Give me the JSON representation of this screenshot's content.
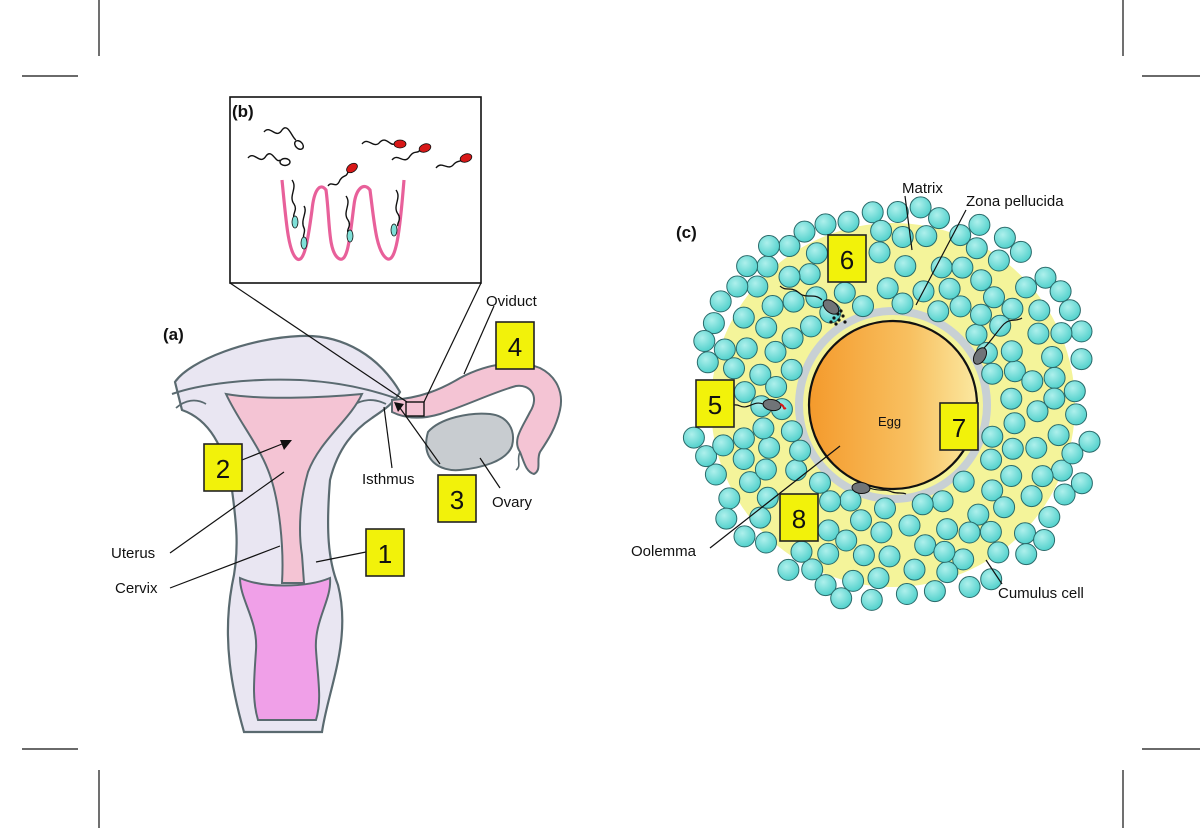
{
  "panels": {
    "a": "(a)",
    "b": "(b)",
    "c": "(c)"
  },
  "labels": {
    "oviduct": "Oviduct",
    "isthmus": "Isthmus",
    "ovary": "Ovary",
    "uterus": "Uterus",
    "cervix": "Cervix",
    "matrix": "Matrix",
    "zona_pellucida": "Zona pellucida",
    "egg": "Egg",
    "oolemma": "Oolemma",
    "cumulus_cell": "Cumulus cell"
  },
  "markers": [
    "1",
    "2",
    "3",
    "4",
    "5",
    "6",
    "7",
    "8"
  ],
  "colors": {
    "uterus_outer": "#e9e6f2",
    "uterus_inner": "#f4c4d4",
    "vagina": "#f0a0e8",
    "ovary": "#c8ccd0",
    "crypt": "#e8609a",
    "sperm_head_red": "#d81818",
    "sperm_head_teal": "#7fe0d8",
    "matrix": "#f4f49a",
    "zona": "#c8d0d4",
    "egg": "#f6a83a",
    "cumulus": "#5fd8d4",
    "marker": "#f2f20a"
  }
}
